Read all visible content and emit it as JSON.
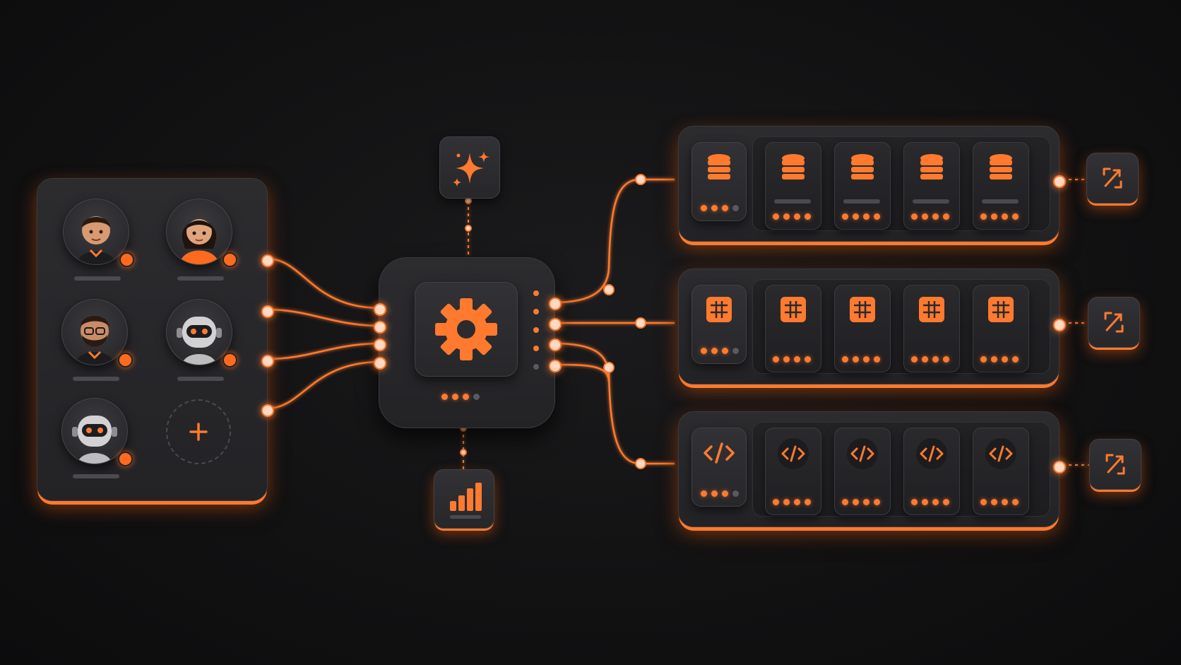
{
  "colors": {
    "accent": "#ff7a2f",
    "background": "#121213",
    "panel": "#2a2a2d",
    "muted": "#5a5a5e"
  },
  "users_panel": {
    "members": [
      {
        "kind": "person",
        "icon": "person-avatar-icon"
      },
      {
        "kind": "person",
        "icon": "person-avatar-icon"
      },
      {
        "kind": "person",
        "icon": "person-avatar-icon"
      },
      {
        "kind": "robot",
        "icon": "robot-avatar-icon"
      },
      {
        "kind": "robot",
        "icon": "robot-avatar-icon"
      },
      {
        "kind": "add",
        "icon": "plus-icon"
      }
    ]
  },
  "hub": {
    "icon": "gear-icon",
    "top_icon": "sparkles-icon",
    "bottom_icon": "bar-chart-icon"
  },
  "rows": [
    {
      "icon": "database-icon",
      "cards": 5,
      "action_icon": "expand-arrows-icon"
    },
    {
      "icon": "table-grid-icon",
      "cards": 5,
      "action_icon": "expand-arrows-icon"
    },
    {
      "icon": "code-brackets-icon",
      "cards": 5,
      "action_icon": "expand-arrows-icon"
    }
  ]
}
